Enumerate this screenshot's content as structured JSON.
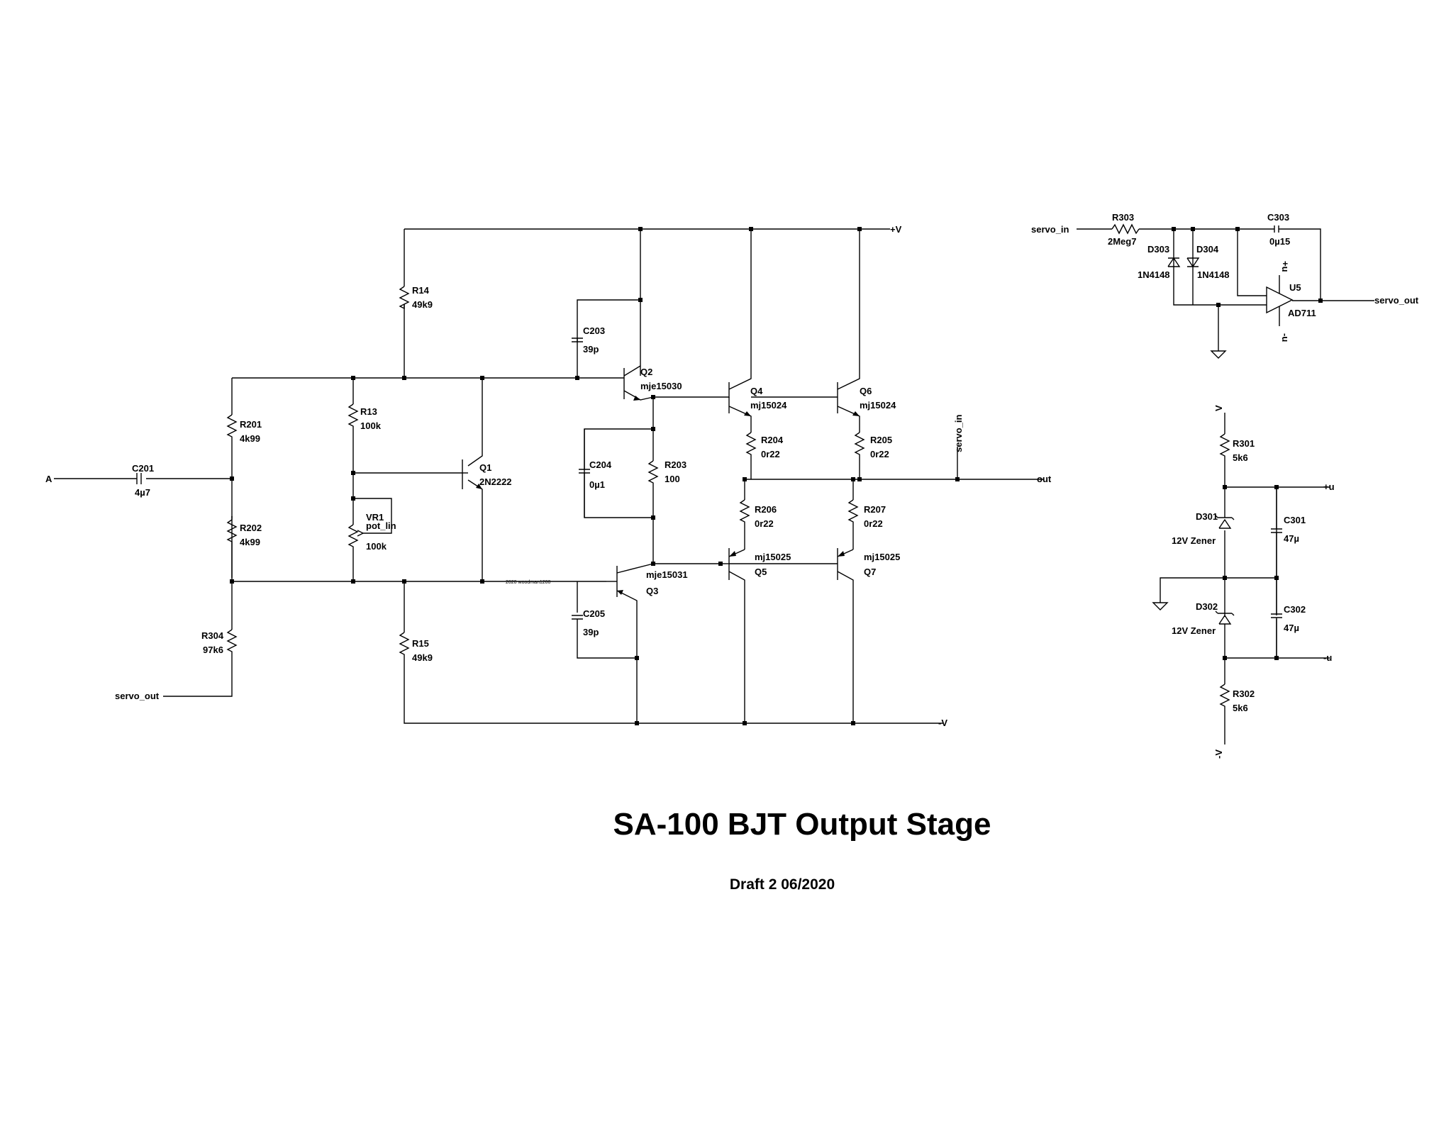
{
  "title": "SA-100 BJT Output Stage",
  "subtitle": "Draft 2 06/2020",
  "watermark": "2020 woodman1200",
  "nets": {
    "vplus": "+V",
    "vminus": "-V",
    "in": "A",
    "out": "out",
    "servo_in": "servo_in",
    "servo_out": "servo_out",
    "u_plus": "+u",
    "u_minus": "-u",
    "v_short": "V",
    "v_neg_short": "-V"
  },
  "components": {
    "R14": {
      "ref": "R14",
      "val": "49k9"
    },
    "R13": {
      "ref": "R13",
      "val": "100k"
    },
    "VR1": {
      "ref": "VR1",
      "model": "pot_lin",
      "val": "100k"
    },
    "R15": {
      "ref": "R15",
      "val": "49k9"
    },
    "R201": {
      "ref": "R201",
      "val": "4k99"
    },
    "R202": {
      "ref": "R202",
      "val": "4k99"
    },
    "R304": {
      "ref": "R304",
      "val": "97k6"
    },
    "C201": {
      "ref": "C201",
      "val": "4µ7"
    },
    "Q1": {
      "ref": "Q1",
      "val": "2N2222"
    },
    "C203": {
      "ref": "C203",
      "val": "39p"
    },
    "Q2": {
      "ref": "Q2",
      "val": "mje15030"
    },
    "C204": {
      "ref": "C204",
      "val": "0µ1"
    },
    "R203": {
      "ref": "R203",
      "val": "100"
    },
    "Q3": {
      "ref": "Q3",
      "val": "mje15031"
    },
    "C205": {
      "ref": "C205",
      "val": "39p"
    },
    "Q4": {
      "ref": "Q4",
      "val": "mj15024"
    },
    "Q6": {
      "ref": "Q6",
      "val": "mj15024"
    },
    "R204": {
      "ref": "R204",
      "val": "0r22"
    },
    "R205": {
      "ref": "R205",
      "val": "0r22"
    },
    "R206": {
      "ref": "R206",
      "val": "0r22"
    },
    "R207": {
      "ref": "R207",
      "val": "0r22"
    },
    "Q5": {
      "ref": "Q5",
      "val": "mj15025"
    },
    "Q7": {
      "ref": "Q7",
      "val": "mj15025"
    },
    "R303": {
      "ref": "R303",
      "val": "2Meg7"
    },
    "C303": {
      "ref": "C303",
      "val": "0µ15"
    },
    "D303": {
      "ref": "D303",
      "val": "1N4148"
    },
    "D304": {
      "ref": "D304",
      "val": "1N4148"
    },
    "U5": {
      "ref": "U5",
      "val": "AD711"
    },
    "R301": {
      "ref": "R301",
      "val": "5k6"
    },
    "R302": {
      "ref": "R302",
      "val": "5k6"
    },
    "D301": {
      "ref": "D301",
      "val": "12V Zener"
    },
    "D302": {
      "ref": "D302",
      "val": "12V Zener"
    },
    "C301": {
      "ref": "C301",
      "val": "47µ"
    },
    "C302": {
      "ref": "C302",
      "val": "47µ"
    }
  }
}
